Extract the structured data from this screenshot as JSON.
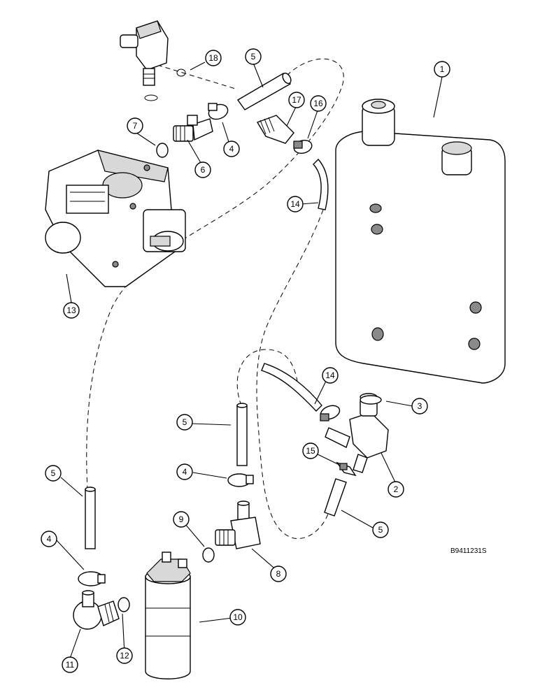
{
  "diagram": {
    "reference_code": "B9411231S",
    "callouts": [
      "1",
      "2",
      "3",
      "4",
      "5",
      "6",
      "7",
      "8",
      "9",
      "10",
      "11",
      "12",
      "13",
      "14",
      "15",
      "16",
      "17",
      "18"
    ]
  }
}
